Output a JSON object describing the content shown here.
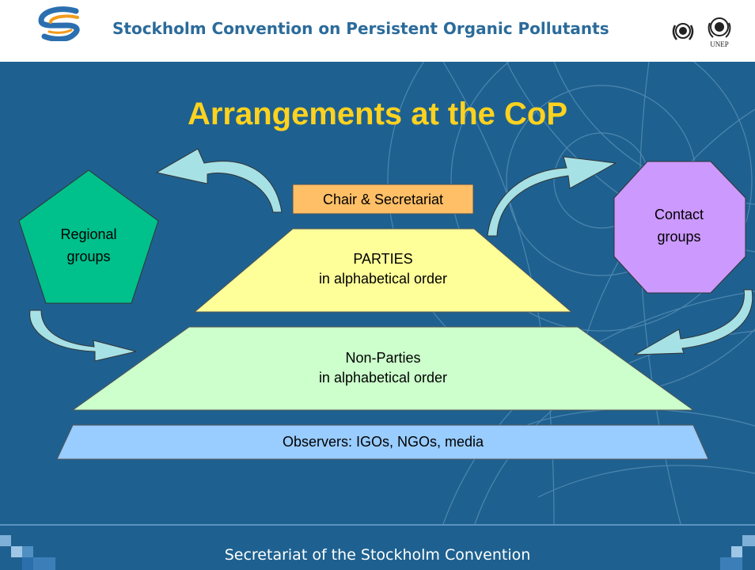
{
  "header": {
    "title": "Stockholm Convention on Persistent Organic Pollutants",
    "unep_label": "UNEP"
  },
  "slide_title": "Arrangements at the CoP",
  "diagram": {
    "chair": "Chair & Secretariat",
    "parties": [
      "PARTIES",
      "in alphabetical order"
    ],
    "non_parties": [
      "Non-Parties",
      "in alphabetical order"
    ],
    "observers": "Observers: IGOs, NGOs, media",
    "regional": [
      "Regional",
      "groups"
    ],
    "contact": [
      "Contact",
      "groups"
    ]
  },
  "footer": {
    "text": "Secretariat of the Stockholm Convention"
  },
  "colors": {
    "background": "#1e6190",
    "title": "#ffd21f",
    "chair": "#ffbf66",
    "parties": "#ffff99",
    "non_parties": "#ccffcc",
    "observers": "#99ccff",
    "regional": "#00c08c",
    "contact": "#cc99ff",
    "arrows": "#a6e1e6"
  }
}
